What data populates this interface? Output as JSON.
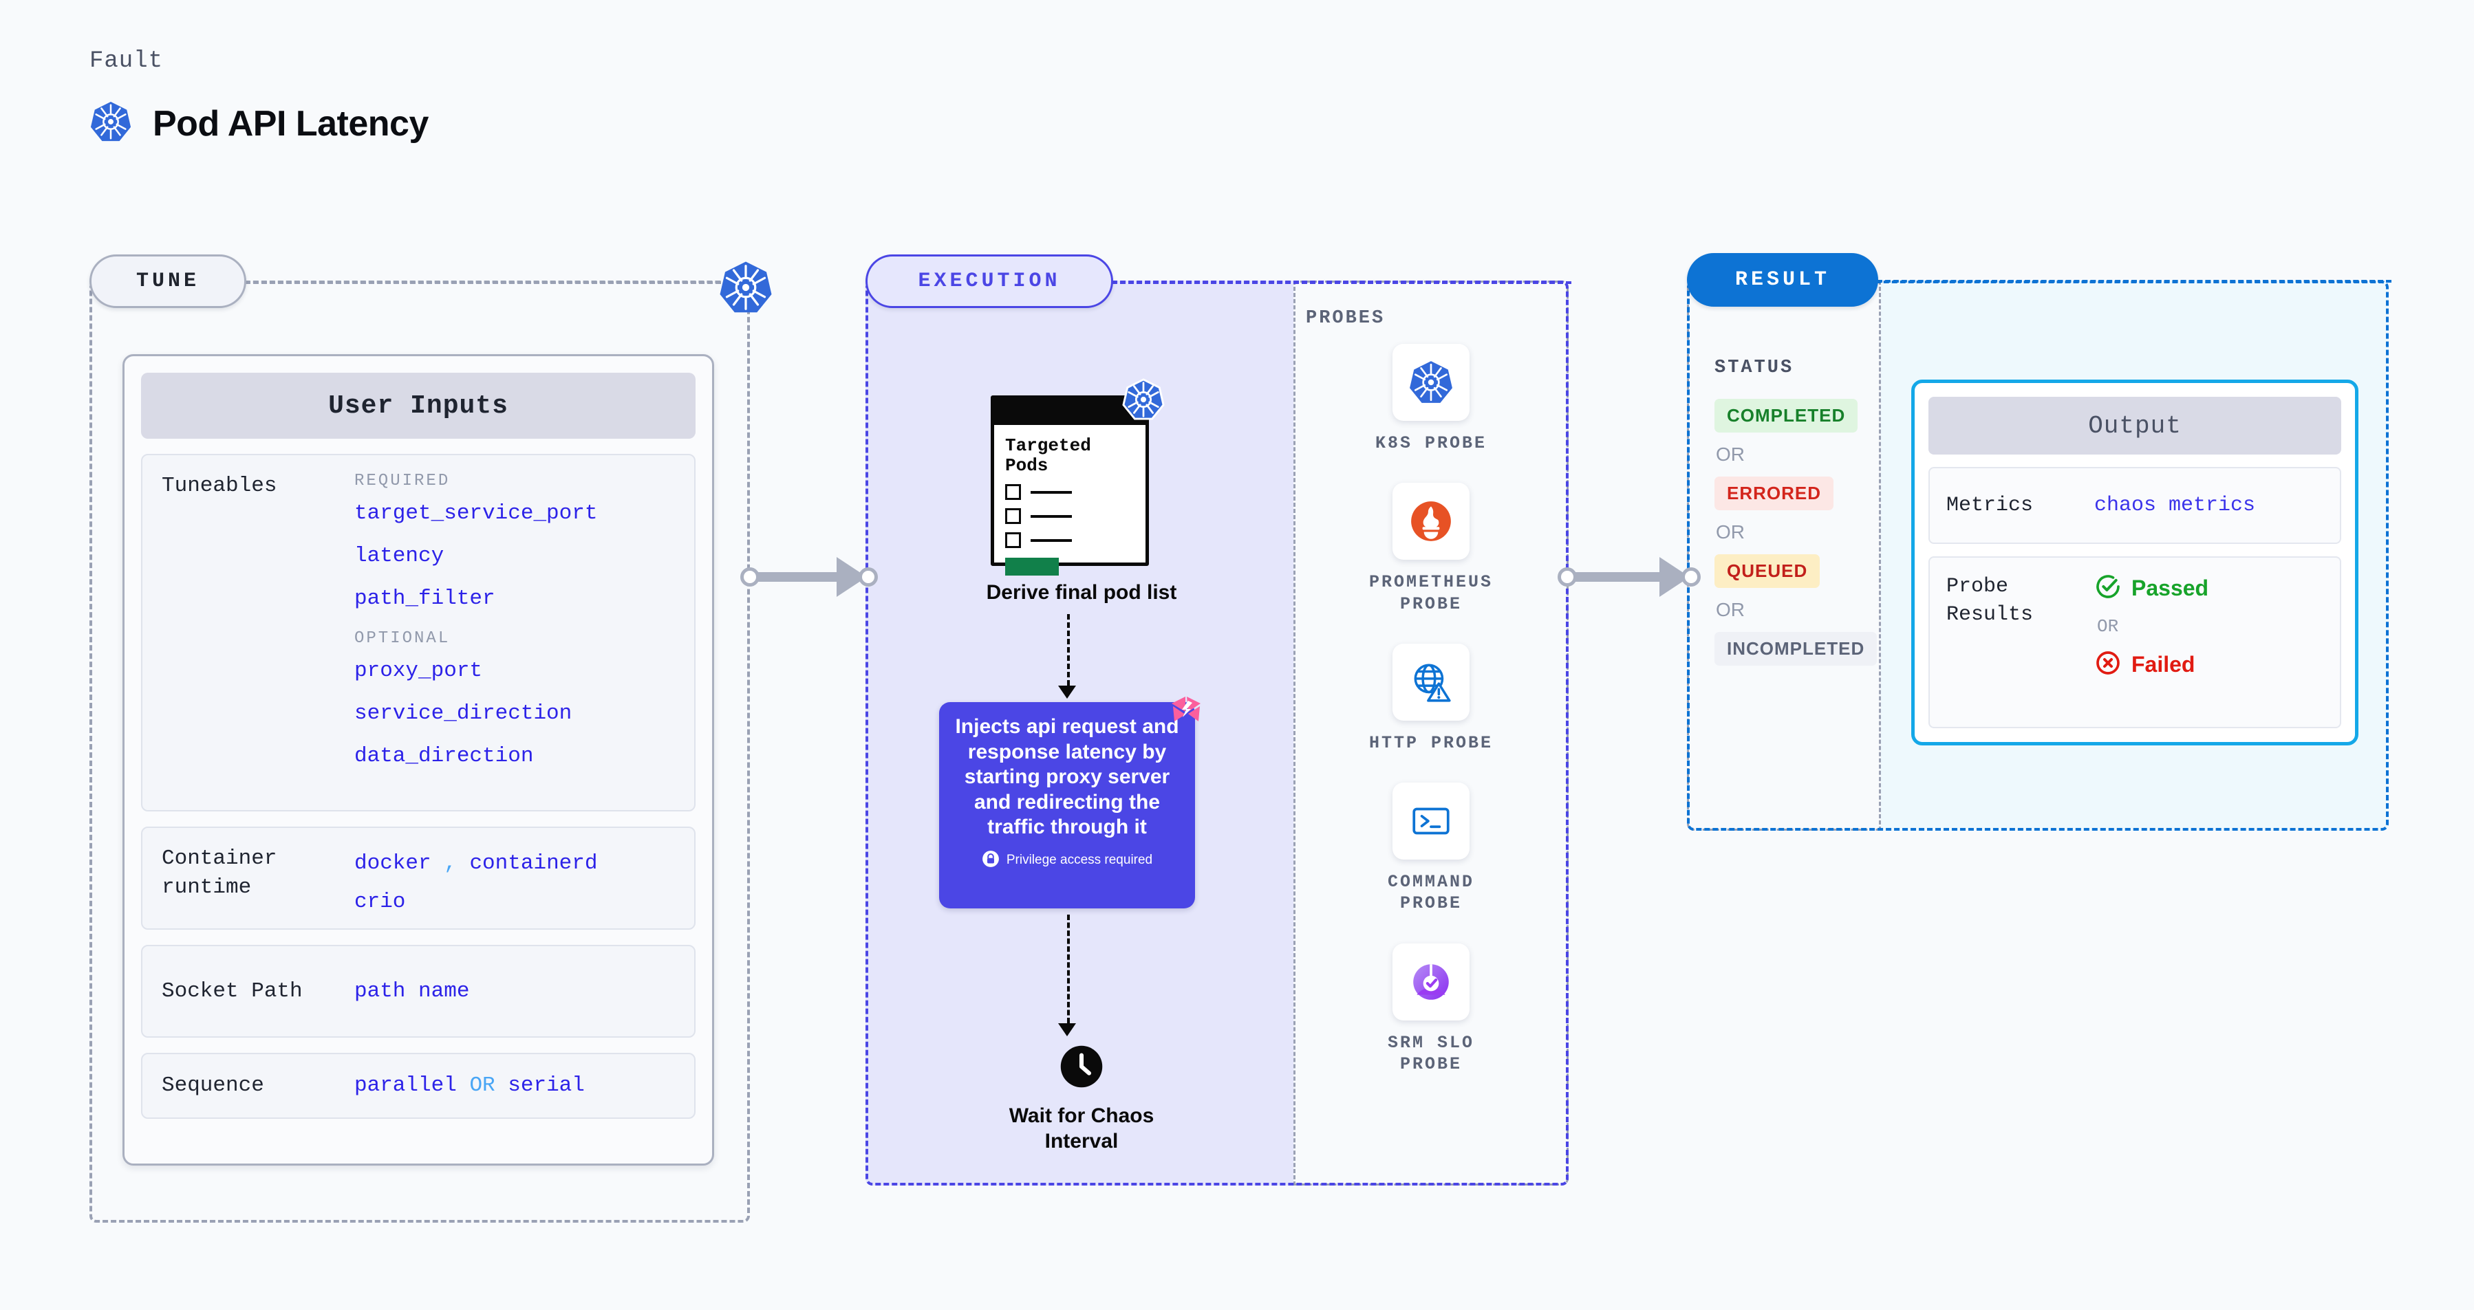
{
  "header": {
    "kicker": "Fault",
    "title": "Pod API Latency",
    "icon": "kubernetes-icon"
  },
  "stages": {
    "tune": "TUNE",
    "execution": "EXECUTION",
    "result": "RESULT"
  },
  "tune": {
    "card_title": "User Inputs",
    "tuneables": {
      "label": "Tuneables",
      "required_caption": "REQUIRED",
      "required": [
        "target_service_port",
        "latency",
        "path_filter"
      ],
      "optional_caption": "OPTIONAL",
      "optional": [
        "proxy_port",
        "service_direction",
        "data_direction"
      ]
    },
    "container_runtime": {
      "label": "Container runtime",
      "values": [
        "docker",
        "containerd",
        "crio"
      ],
      "separator": ","
    },
    "socket_path": {
      "label": "Socket Path",
      "value": "path name"
    },
    "sequence": {
      "label": "Sequence",
      "value_a": "parallel",
      "separator": "OR",
      "value_b": "serial"
    }
  },
  "execution": {
    "targeted_card": {
      "title_line_1": "Targeted",
      "title_line_2": "Pods",
      "icon": "kubernetes-icon"
    },
    "derive_label": "Derive final pod list",
    "inject_card": {
      "text": "Injects api request and response latency by starting proxy server and redirecting the traffic through it",
      "privilege_note": "Privilege access required",
      "badge_icon": "chaos-logo-icon",
      "lock_icon": "lock-icon"
    },
    "wait_label_line_1": "Wait for Chaos",
    "wait_label_line_2": "Interval",
    "clock_icon": "clock-icon"
  },
  "probes": {
    "title": "PROBES",
    "items": [
      {
        "label": "K8S PROBE",
        "icon": "kubernetes-icon"
      },
      {
        "label": "PROMETHEUS PROBE",
        "icon": "prometheus-icon"
      },
      {
        "label": "HTTP PROBE",
        "icon": "globe-warning-icon"
      },
      {
        "label": "COMMAND PROBE",
        "icon": "terminal-icon"
      },
      {
        "label": "SRM SLO PROBE",
        "icon": "srm-slo-icon"
      }
    ]
  },
  "result": {
    "status": {
      "title": "STATUS",
      "or": "OR",
      "badges": [
        {
          "label": "COMPLETED",
          "color": "#17802a",
          "bg": "#dff5e0"
        },
        {
          "label": "ERRORED",
          "color": "#d3251c",
          "bg": "#fce7e5"
        },
        {
          "label": "QUEUED",
          "color": "#c2201b",
          "bg": "#fdeec4"
        },
        {
          "label": "INCOMPLETED",
          "color": "#5c6478",
          "bg": "#eff1f6"
        }
      ]
    },
    "output": {
      "title": "Output",
      "metrics": {
        "label": "Metrics",
        "value": "chaos metrics"
      },
      "probe_results": {
        "label": "Probe Results",
        "passed": "Passed",
        "or": "OR",
        "failed": "Failed",
        "passed_color": "#17a32a",
        "failed_color": "#e11b12"
      }
    }
  },
  "colors": {
    "brand_purple": "#4b46e5",
    "brand_blue": "#0d73d4",
    "cyan": "#14a8e8",
    "k8s_blue": "#3269d9",
    "value_blue": "#2c22e8",
    "pink": "#fb5f9d"
  }
}
